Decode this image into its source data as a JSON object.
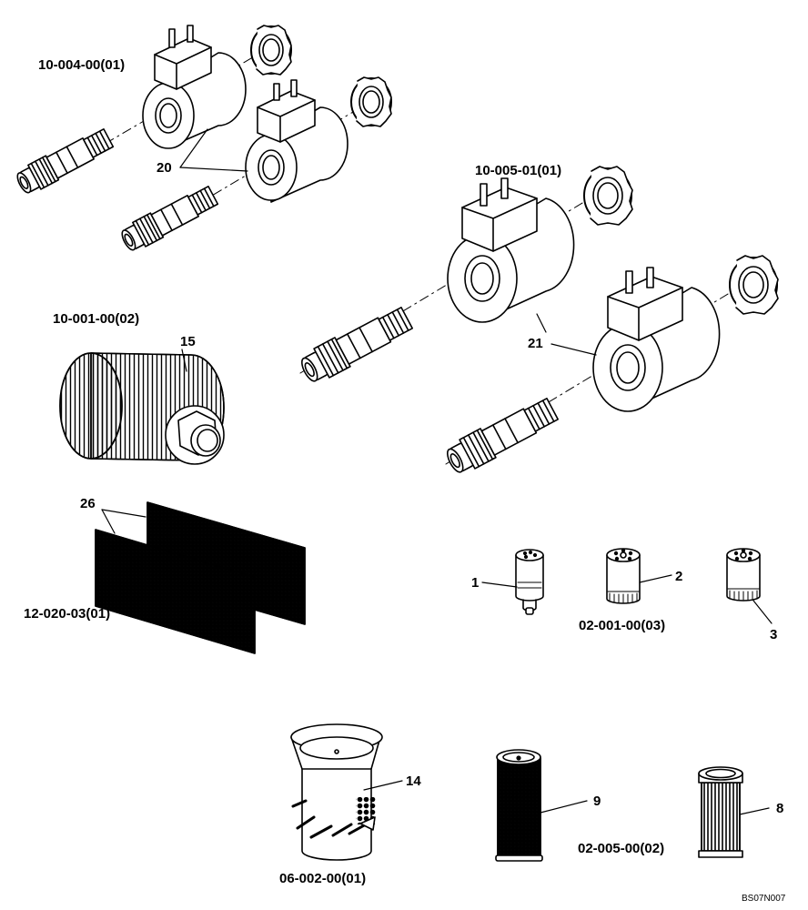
{
  "group_labels": {
    "g1": "10-004-00(01)",
    "g2": "10-005-01(01)",
    "g3": "10-001-00(02)",
    "g4": "12-020-03(01)",
    "g5": "02-001-00(03)",
    "g6": "06-002-00(01)",
    "g7": "02-005-00(02)"
  },
  "callouts": {
    "c20": "20",
    "c21": "21",
    "c15": "15",
    "c26": "26",
    "c1": "1",
    "c2": "2",
    "c3": "3",
    "c14": "14",
    "c9": "9",
    "c8": "8"
  },
  "reference_code": "BS07N007"
}
